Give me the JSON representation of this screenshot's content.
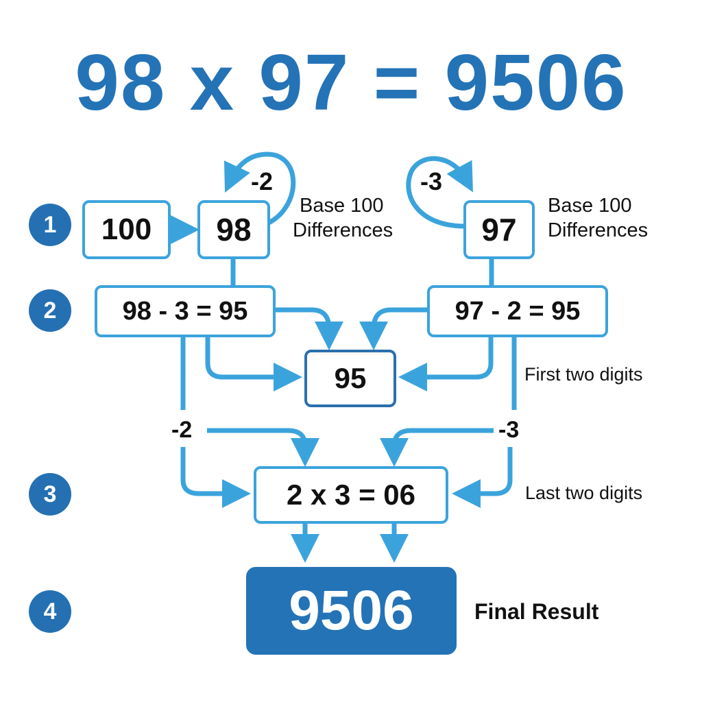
{
  "title": "98 x 97 = 9506",
  "colors": {
    "primary": "#2473b6",
    "arrow": "#3ba3dc",
    "step_badge": "#2470b3",
    "text": "#111111"
  },
  "steps": [
    {
      "number": "1"
    },
    {
      "number": "2"
    },
    {
      "number": "3"
    },
    {
      "number": "4"
    }
  ],
  "step1": {
    "base_box": "100",
    "left_box": "98",
    "left_diff": "-2",
    "left_label_line1": "Base 100",
    "left_label_line2": "Differences",
    "right_box": "97",
    "right_diff": "-3",
    "right_label_line1": "Base 100",
    "right_label_line2": "Differences"
  },
  "step2": {
    "left_eq": "98 - 3 = 95",
    "right_eq": "97 - 2 = 95",
    "center_box": "95",
    "label": "First two digits"
  },
  "step3": {
    "left_diff": "-2",
    "right_diff": "-3",
    "product_box": "2 x 3 = 06",
    "label": "Last two digits"
  },
  "step4": {
    "result_box": "9506",
    "label": "Final Result"
  }
}
